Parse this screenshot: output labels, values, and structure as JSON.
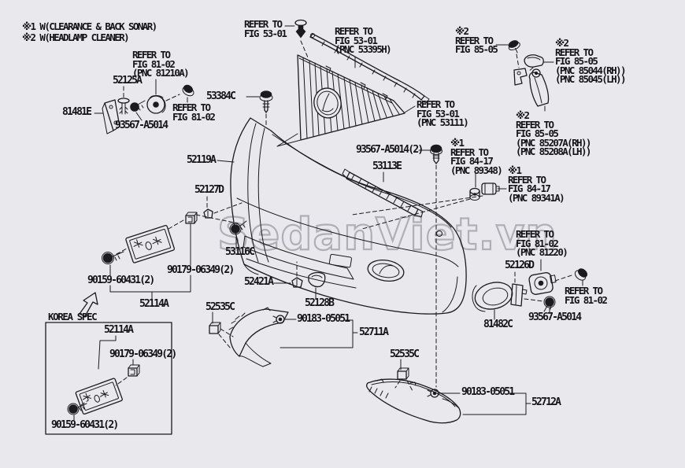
{
  "watermark": "SedanViet.vn",
  "colors": {
    "background": "#e9e9ed",
    "line": "#1b1b1d",
    "watermark": "#a0a0aa"
  },
  "labels": {
    "notes": "※1 W(CLEARANCE & BACK SONAR)\n※2 W(HEADLAMP CLEANER)",
    "refer_fig5301_clip": "REFER TO\nFIG 53-01",
    "refer_fig5301_strip": "REFER TO\nFIG 53-01\n(PNC 53395H)",
    "refer_fig8505_bolt": "※2\nREFER TO\nFIG 85-05",
    "refer_fig8505_nozzle": "※2\nREFER TO\nFIG 85-05\n(PNC 85044(RH))\n(PNC 85045(LH))",
    "refer_fig8102_lamp": "REFER TO\nFIG 81-02\n(PNC 81210A)",
    "p52125a": "52125A",
    "p81481e": "81481E",
    "p93567_left": "93567-A5014",
    "refer_fig8102_bolt_left": "REFER TO\nFIG 81-02",
    "p53384c": "53384C",
    "refer_fig5301_grille": "REFER TO\nFIG 53-01\n(PNC 53111)",
    "refer_fig8505_actuator": "※2\nREFER TO\nFIG 85-05\n(PNC 85207A(RH))\n(PNC 85208A(LH))",
    "p93567_center": "93567-A5014(2)",
    "p52119a": "52119A",
    "p53113e": "53113E",
    "refer_fig8417_sensor": "※1\nREFER TO\nFIG 84-17\n(PNC 89348)",
    "refer_fig8417_retainer": "※1\nREFER TO\nFIG 84-17\n(PNC 89341A)",
    "p52127d": "52127D",
    "p53116c": "53116C",
    "p90179_main": "90179-06349(2)",
    "p90159_main": "90159-60431(2)",
    "p52114a_main": "52114A",
    "p52421a": "52421A",
    "p52128b": "52128B",
    "p52535c_left": "52535C",
    "p90183_left": "90183-05051",
    "p52711a": "52711A",
    "p52535c_right": "52535C",
    "p90183_right": "90183-05051",
    "p52712a": "52712A",
    "refer_fig8102_fog": "REFER TO\nFIG 81-02\n(PNC 81220)",
    "p52126d": "52126D",
    "refer_fig8102_bolt_right": "REFER TO\nFIG 81-02",
    "p93567_right": "93567-A5014",
    "p81482c": "81482C",
    "korea_title": "KOREA SPEC",
    "p52114a_korea": "52114A",
    "p90179_korea": "90179-06349(2)",
    "p90159_korea": "90159-60431(2)"
  }
}
